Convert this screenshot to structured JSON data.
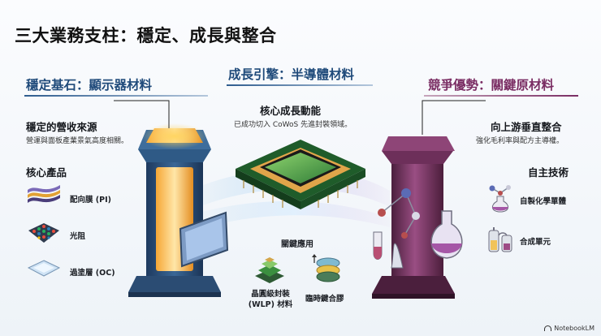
{
  "title": "三大業務支柱：穩定、成長與整合",
  "left": {
    "title": "穩定基石：顯示器材料",
    "revenue_heading": "穩定的營收來源",
    "revenue_desc": "營運與面板產業景氣高度相關。",
    "products_heading": "核心產品",
    "products": [
      {
        "label": "配向膜 (PI)",
        "icon": "layered-film-icon"
      },
      {
        "label": "光阻",
        "icon": "color-grid-icon"
      },
      {
        "label": "過塗層 (OC)",
        "icon": "glass-sheet-icon"
      }
    ]
  },
  "middle": {
    "title": "成長引擎：半導體材料",
    "growth_heading": "核心成長動能",
    "growth_desc": "已成功切入 CoWoS 先進封裝領域。",
    "apps_heading": "關鍵應用",
    "apps": [
      {
        "label_line1": "晶圓級封裝",
        "label_line2": "(WLP) 材料",
        "icon": "chip-stack-icon"
      },
      {
        "label_line1": "臨時鍵合膠",
        "label_line2": "",
        "icon": "wafer-bonding-icon"
      }
    ]
  },
  "right": {
    "title": "競爭優勢：關鍵原材料",
    "integration_heading": "向上游垂直整合",
    "integration_desc": "強化毛利率與配方主導權。",
    "tech_heading": "自主技術",
    "tech": [
      {
        "label": "自製化學單體",
        "icon": "flask-molecule-icon"
      },
      {
        "label": "合成單元",
        "icon": "reactor-icon"
      }
    ]
  },
  "colors": {
    "stable_blue": "#1f4a7a",
    "advantage_purple": "#7a2d63",
    "chip_green": "#3b8f3f",
    "core_amber": "#f2b544"
  },
  "footer": {
    "brand": "NotebookLM"
  }
}
